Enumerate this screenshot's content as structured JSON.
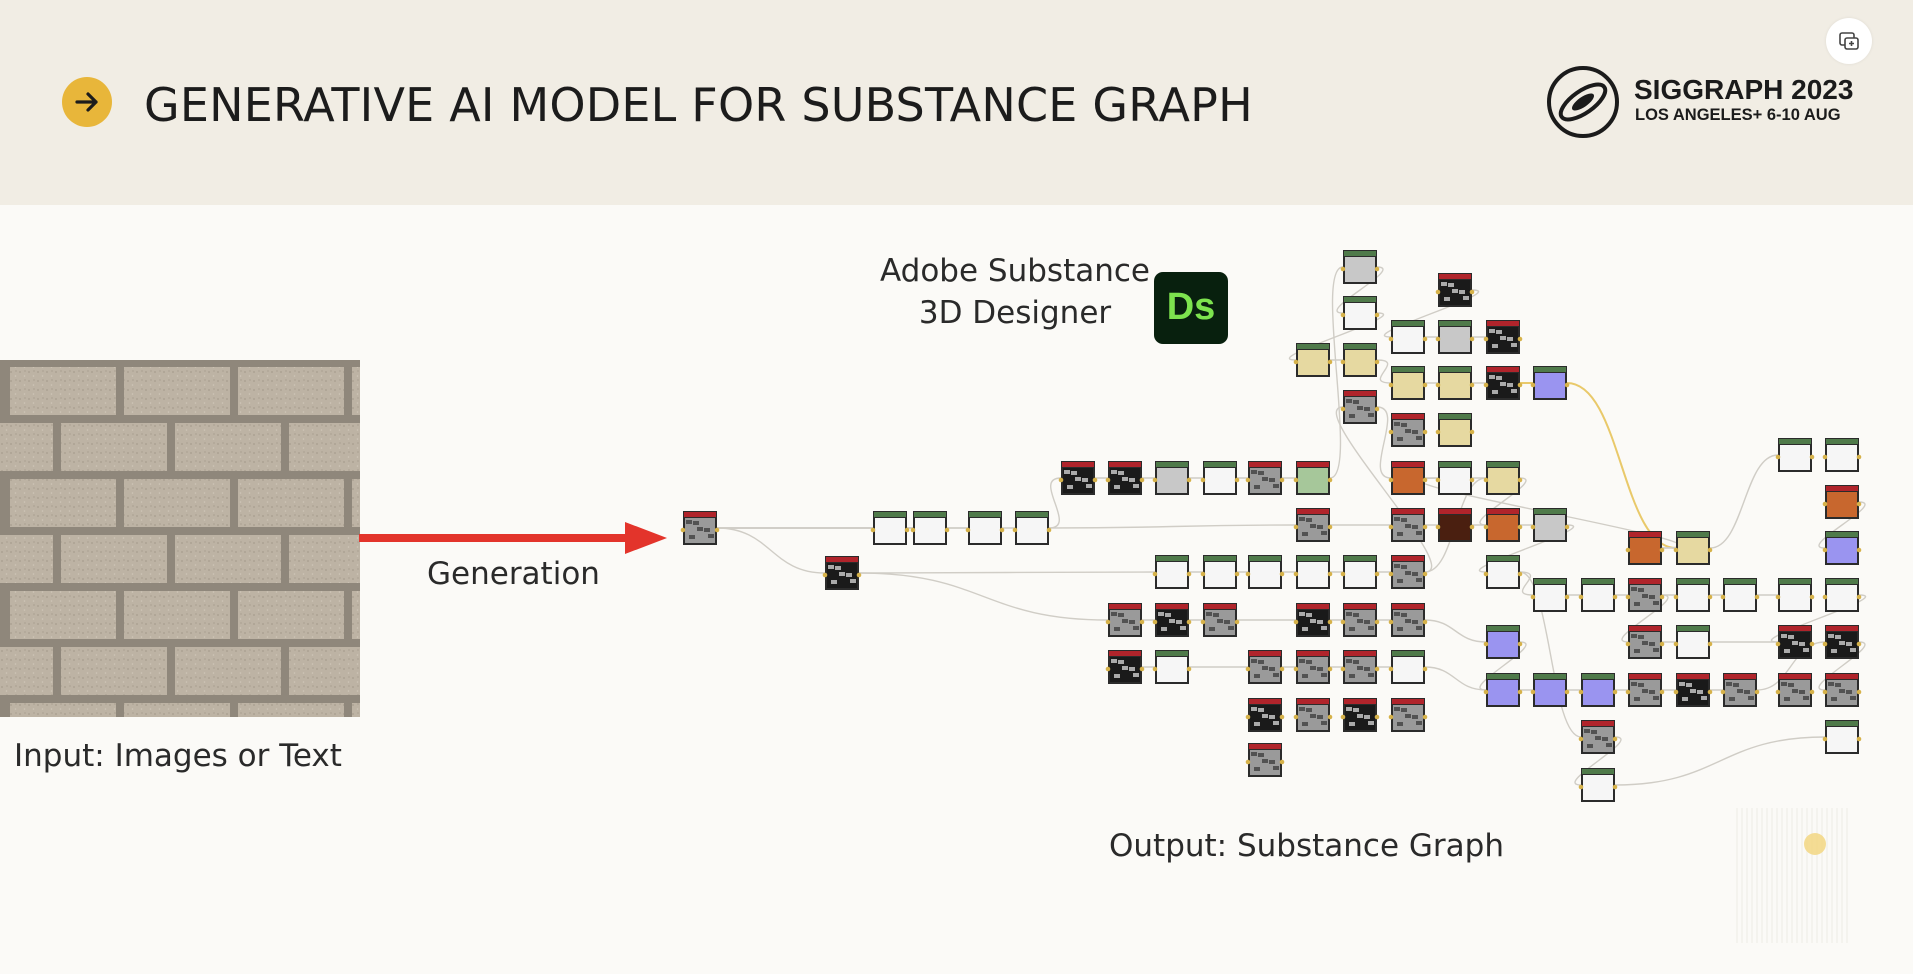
{
  "header": {
    "title": "GENERATIVE AI MODEL FOR SUBSTANCE GRAPH",
    "accent_color": "#e8b63a",
    "title_icon": "arrow-right-icon",
    "conference": {
      "name": "SIGGRAPH 2023",
      "location": "LOS ANGELES+ 6-10 AUG",
      "logo_icon": "siggraph-logo-icon"
    },
    "corner_button_icon": "picture-in-picture-icon"
  },
  "input": {
    "caption": "Input: Images or Text"
  },
  "generation": {
    "label": "Generation",
    "arrow_color": "#e3342b"
  },
  "tool": {
    "name": "Adobe Substance 3D Designer",
    "name_line1": "Adobe Substance",
    "name_line2": "3D Designer",
    "logo_text": "Ds",
    "logo_bg": "#08200e",
    "logo_fg": "#7de34e"
  },
  "output": {
    "caption": "Output: Substance Graph"
  }
}
